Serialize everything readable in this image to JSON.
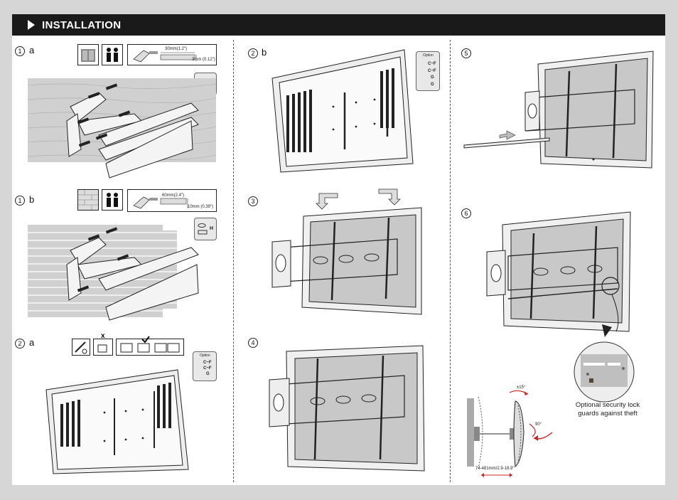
{
  "header": {
    "title": "INSTALLATION"
  },
  "steps": {
    "s1a": {
      "num": "1",
      "letter": "a"
    },
    "s1b": {
      "num": "1",
      "letter": "b"
    },
    "s2a": {
      "num": "2",
      "letter": "a"
    },
    "s2b": {
      "num": "2",
      "letter": "b"
    },
    "s3": {
      "num": "3"
    },
    "s4": {
      "num": "4"
    },
    "s5": {
      "num": "5"
    },
    "s6": {
      "num": "6"
    }
  },
  "measures": {
    "depth_1a": "30mm(1.2\")",
    "dia_1a": "3mm (0.12\")",
    "depth_1b": "60mm(2.4\")",
    "dia_1b": "10mm (0.39\")"
  },
  "hardware": {
    "option_title": "Option",
    "part_cf": "C~F",
    "part_g": "G",
    "part_h": "H"
  },
  "tilt": {
    "tilt_label": "±15°",
    "swivel_label": "90°",
    "extension_label": "74-481mm/2.9-18.9\""
  },
  "security_caption": {
    "line1": "Optional security lock",
    "line2": "guards against theft"
  },
  "colors": {
    "header_bg": "#1a1a1a",
    "page_bg": "#d6d6d6",
    "screen_gray": "#c8c8c8"
  }
}
